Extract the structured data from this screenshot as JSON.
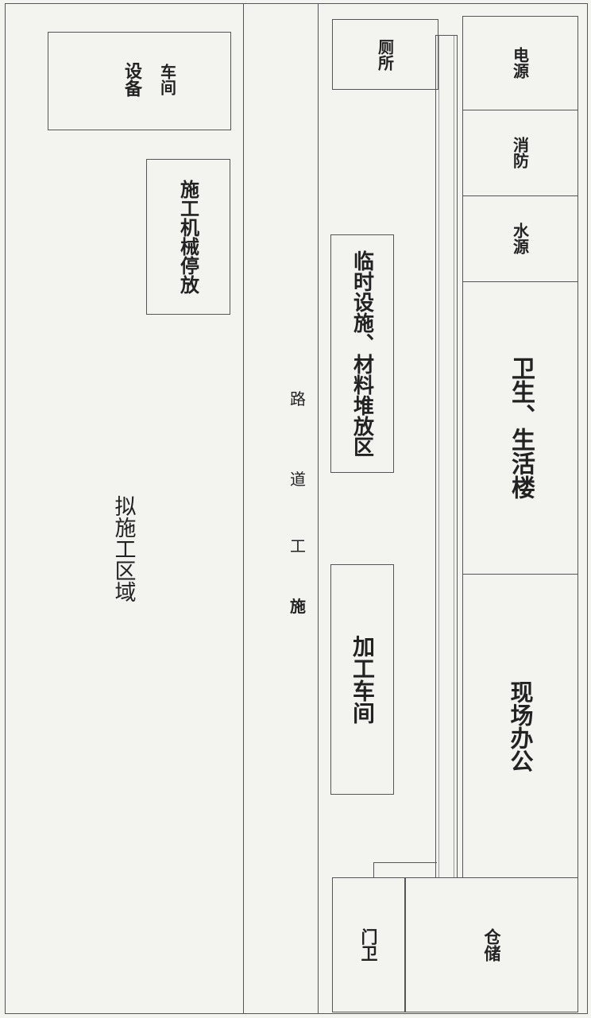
{
  "zone_planned": {
    "label": "拟施工区域"
  },
  "zone_equipment": {
    "line1": "设备",
    "line2": "车间"
  },
  "zone_machinery": {
    "label": "施工机械停放"
  },
  "road": {
    "chars": [
      "施",
      "工",
      "道",
      "路"
    ]
  },
  "zone_processing": {
    "label": "加工车间"
  },
  "zone_temp": {
    "label": "临时设施、材料堆放区"
  },
  "zone_toilet": {
    "label": "厕所"
  },
  "zone_power": {
    "label": "电源"
  },
  "zone_fire": {
    "label": "消防"
  },
  "zone_water": {
    "label": "水源"
  },
  "zone_living": {
    "label": "卫生、生活楼"
  },
  "zone_office": {
    "label": "现场办公"
  },
  "zone_gate": {
    "label": "门卫"
  },
  "zone_storage": {
    "label": "仓储"
  }
}
